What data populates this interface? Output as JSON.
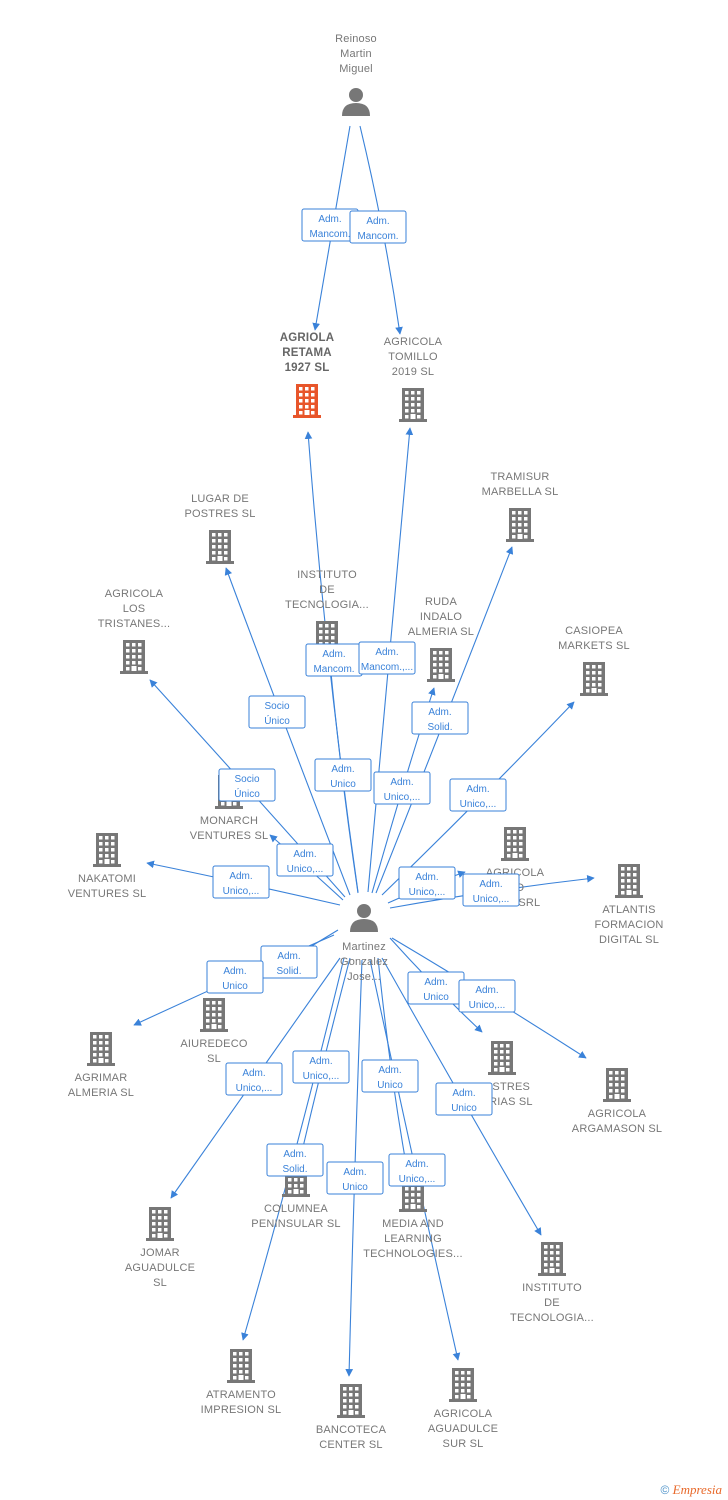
{
  "colors": {
    "edge": "#3a82d9",
    "building": "#777777",
    "building_main": "#e8552a",
    "person": "#777777"
  },
  "persons": [
    {
      "id": "reinoso",
      "label": [
        "Reinoso",
        "Martin",
        "Miguel"
      ]
    },
    {
      "id": "martinez",
      "label": [
        "Martinez",
        "Gonzalez",
        "Jose..."
      ]
    }
  ],
  "companies": [
    {
      "id": "agriola_retama",
      "label": [
        "AGRIOLA",
        "RETAMA",
        "1927  SL"
      ],
      "main": true
    },
    {
      "id": "agricola_tomillo",
      "label": [
        "AGRICOLA",
        "TOMILLO",
        "2019  SL"
      ]
    },
    {
      "id": "tramisur",
      "label": [
        "TRAMISUR",
        "MARBELLA  SL"
      ]
    },
    {
      "id": "lugar_postres",
      "label": [
        "LUGAR DE",
        "POSTRES  SL"
      ]
    },
    {
      "id": "instituto_top",
      "label": [
        "INSTITUTO",
        "DE",
        "TECNOLOGIA..."
      ]
    },
    {
      "id": "ruda_indalo",
      "label": [
        "RUDA",
        "INDALO",
        "ALMERIA  SL"
      ]
    },
    {
      "id": "casiopea",
      "label": [
        "CASIOPEA",
        "MARKETS  SL"
      ]
    },
    {
      "id": "los_tristanes",
      "label": [
        "AGRICOLA",
        "LOS",
        "TRISTANES..."
      ]
    },
    {
      "id": "monarch",
      "label": [
        "MONARCH",
        "VENTURES  SL"
      ]
    },
    {
      "id": "nakatomi",
      "label": [
        "NAKATOMI",
        "VENTURES  SL"
      ]
    },
    {
      "id": "agricola_dulce",
      "label": [
        "AGRICOLA",
        "...O",
        "...CE SRL"
      ]
    },
    {
      "id": "atlantis",
      "label": [
        "ATLANTIS",
        "FORMACION",
        "DIGITAL  SL"
      ]
    },
    {
      "id": "aiuredeco",
      "label": [
        "AIUREDECO",
        "SL"
      ]
    },
    {
      "id": "agrimar",
      "label": [
        "AGRIMAR",
        "ALMERIA SL"
      ]
    },
    {
      "id": "postres_asturias",
      "label": [
        "...OSTRES",
        "...URIAS  SL"
      ]
    },
    {
      "id": "argamason",
      "label": [
        "AGRICOLA",
        "ARGAMASON SL"
      ]
    },
    {
      "id": "columnea",
      "label": [
        "COLUMNEA",
        "PENINSULAR SL"
      ]
    },
    {
      "id": "media_learning",
      "label": [
        "MEDIA AND",
        "LEARNING",
        "TECHNOLOGIES..."
      ]
    },
    {
      "id": "jomar",
      "label": [
        "JOMAR",
        "AGUADULCE",
        "SL"
      ]
    },
    {
      "id": "instituto_bottom",
      "label": [
        "INSTITUTO",
        "DE",
        "TECNOLOGIA..."
      ]
    },
    {
      "id": "atramento",
      "label": [
        "ATRAMENTO",
        "IMPRESION  SL"
      ]
    },
    {
      "id": "bancoteca",
      "label": [
        "BANCOTECA",
        "CENTER SL"
      ]
    },
    {
      "id": "aguadulce_sur",
      "label": [
        "AGRICOLA",
        "AGUADULCE",
        "SUR  SL"
      ]
    }
  ],
  "edges": [
    {
      "from": "reinoso",
      "to": "agriola_retama",
      "label": [
        "Adm.",
        "Mancom."
      ]
    },
    {
      "from": "reinoso",
      "to": "agricola_tomillo",
      "label": [
        "Adm.",
        "Mancom."
      ]
    },
    {
      "from": "martinez",
      "to": "agriola_retama",
      "label": [
        "Adm.",
        "Mancom."
      ]
    },
    {
      "from": "martinez",
      "to": "agricola_tomillo",
      "label": [
        "Adm.",
        "Mancom.,..."
      ]
    },
    {
      "from": "martinez",
      "to": "lugar_postres",
      "label": [
        "Socio",
        "Único"
      ]
    },
    {
      "from": "martinez",
      "to": "instituto_top",
      "label": [
        "Adm.",
        "Unico"
      ]
    },
    {
      "from": "martinez",
      "to": "ruda_indalo",
      "label": [
        "Adm.",
        "Solid."
      ]
    },
    {
      "from": "martinez",
      "to": "tramisur",
      "label": [
        "Adm.",
        "Unico,..."
      ]
    },
    {
      "from": "martinez",
      "to": "casiopea",
      "label": [
        "Adm.",
        "Unico,..."
      ]
    },
    {
      "from": "martinez",
      "to": "los_tristanes",
      "label": [
        "Socio",
        "Único"
      ]
    },
    {
      "from": "martinez",
      "to": "monarch",
      "label": [
        "Adm.",
        "Unico,..."
      ]
    },
    {
      "from": "martinez",
      "to": "nakatomi",
      "label": [
        "Adm.",
        "Unico,..."
      ]
    },
    {
      "from": "martinez",
      "to": "agricola_dulce",
      "label": [
        "Adm.",
        "Unico,..."
      ]
    },
    {
      "from": "martinez",
      "to": "atlantis",
      "label": [
        "Adm.",
        "Unico,..."
      ]
    },
    {
      "from": "martinez",
      "to": "aiuredeco",
      "label": [
        "Adm.",
        "Solid."
      ]
    },
    {
      "from": "martinez",
      "to": "agrimar",
      "label": [
        "Adm.",
        "Unico"
      ]
    },
    {
      "from": "martinez",
      "to": "postres_asturias",
      "label": [
        "Adm.",
        "Unico"
      ]
    },
    {
      "from": "martinez",
      "to": "argamason",
      "label": [
        "Adm.",
        "Unico,..."
      ]
    },
    {
      "from": "martinez",
      "to": "columnea",
      "label": [
        "Adm.",
        "Unico,..."
      ]
    },
    {
      "from": "martinez",
      "to": "media_learning",
      "label": [
        "Adm.",
        "Unico"
      ]
    },
    {
      "from": "martinez",
      "to": "jomar",
      "label": [
        "Adm.",
        "Unico,..."
      ]
    },
    {
      "from": "martinez",
      "to": "instituto_bottom",
      "label": [
        "Adm.",
        "Unico"
      ]
    },
    {
      "from": "martinez",
      "to": "atramento",
      "label": [
        "Adm.",
        "Solid."
      ]
    },
    {
      "from": "martinez",
      "to": "bancoteca",
      "label": [
        "Adm.",
        "Unico"
      ]
    },
    {
      "from": "martinez",
      "to": "aguadulce_sur",
      "label": [
        "Adm.",
        "Unico,..."
      ]
    }
  ],
  "footer": {
    "copyright": "©",
    "brand": "Empresia"
  }
}
